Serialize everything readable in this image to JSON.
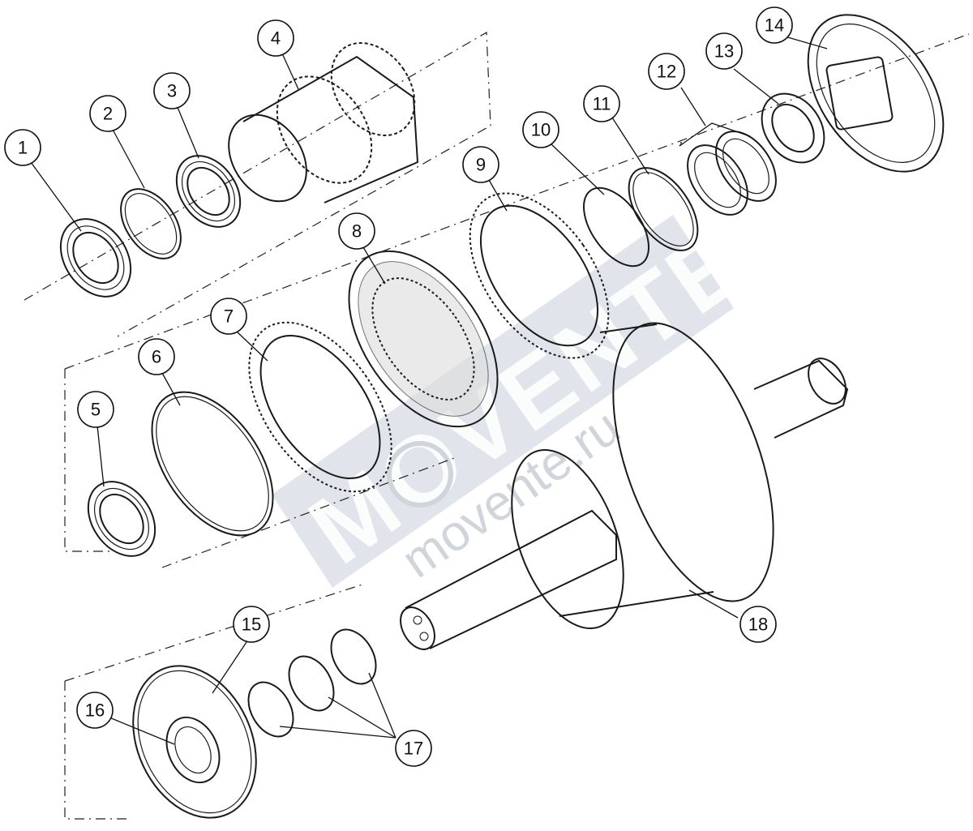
{
  "watermark": {
    "brand": "MOVENTE",
    "site": "movente.ru",
    "color": "#bcc6d2"
  },
  "callouts": [
    "1",
    "2",
    "3",
    "4",
    "5",
    "6",
    "7",
    "8",
    "9",
    "10",
    "11",
    "12",
    "13",
    "14",
    "15",
    "16",
    "17",
    "18"
  ]
}
